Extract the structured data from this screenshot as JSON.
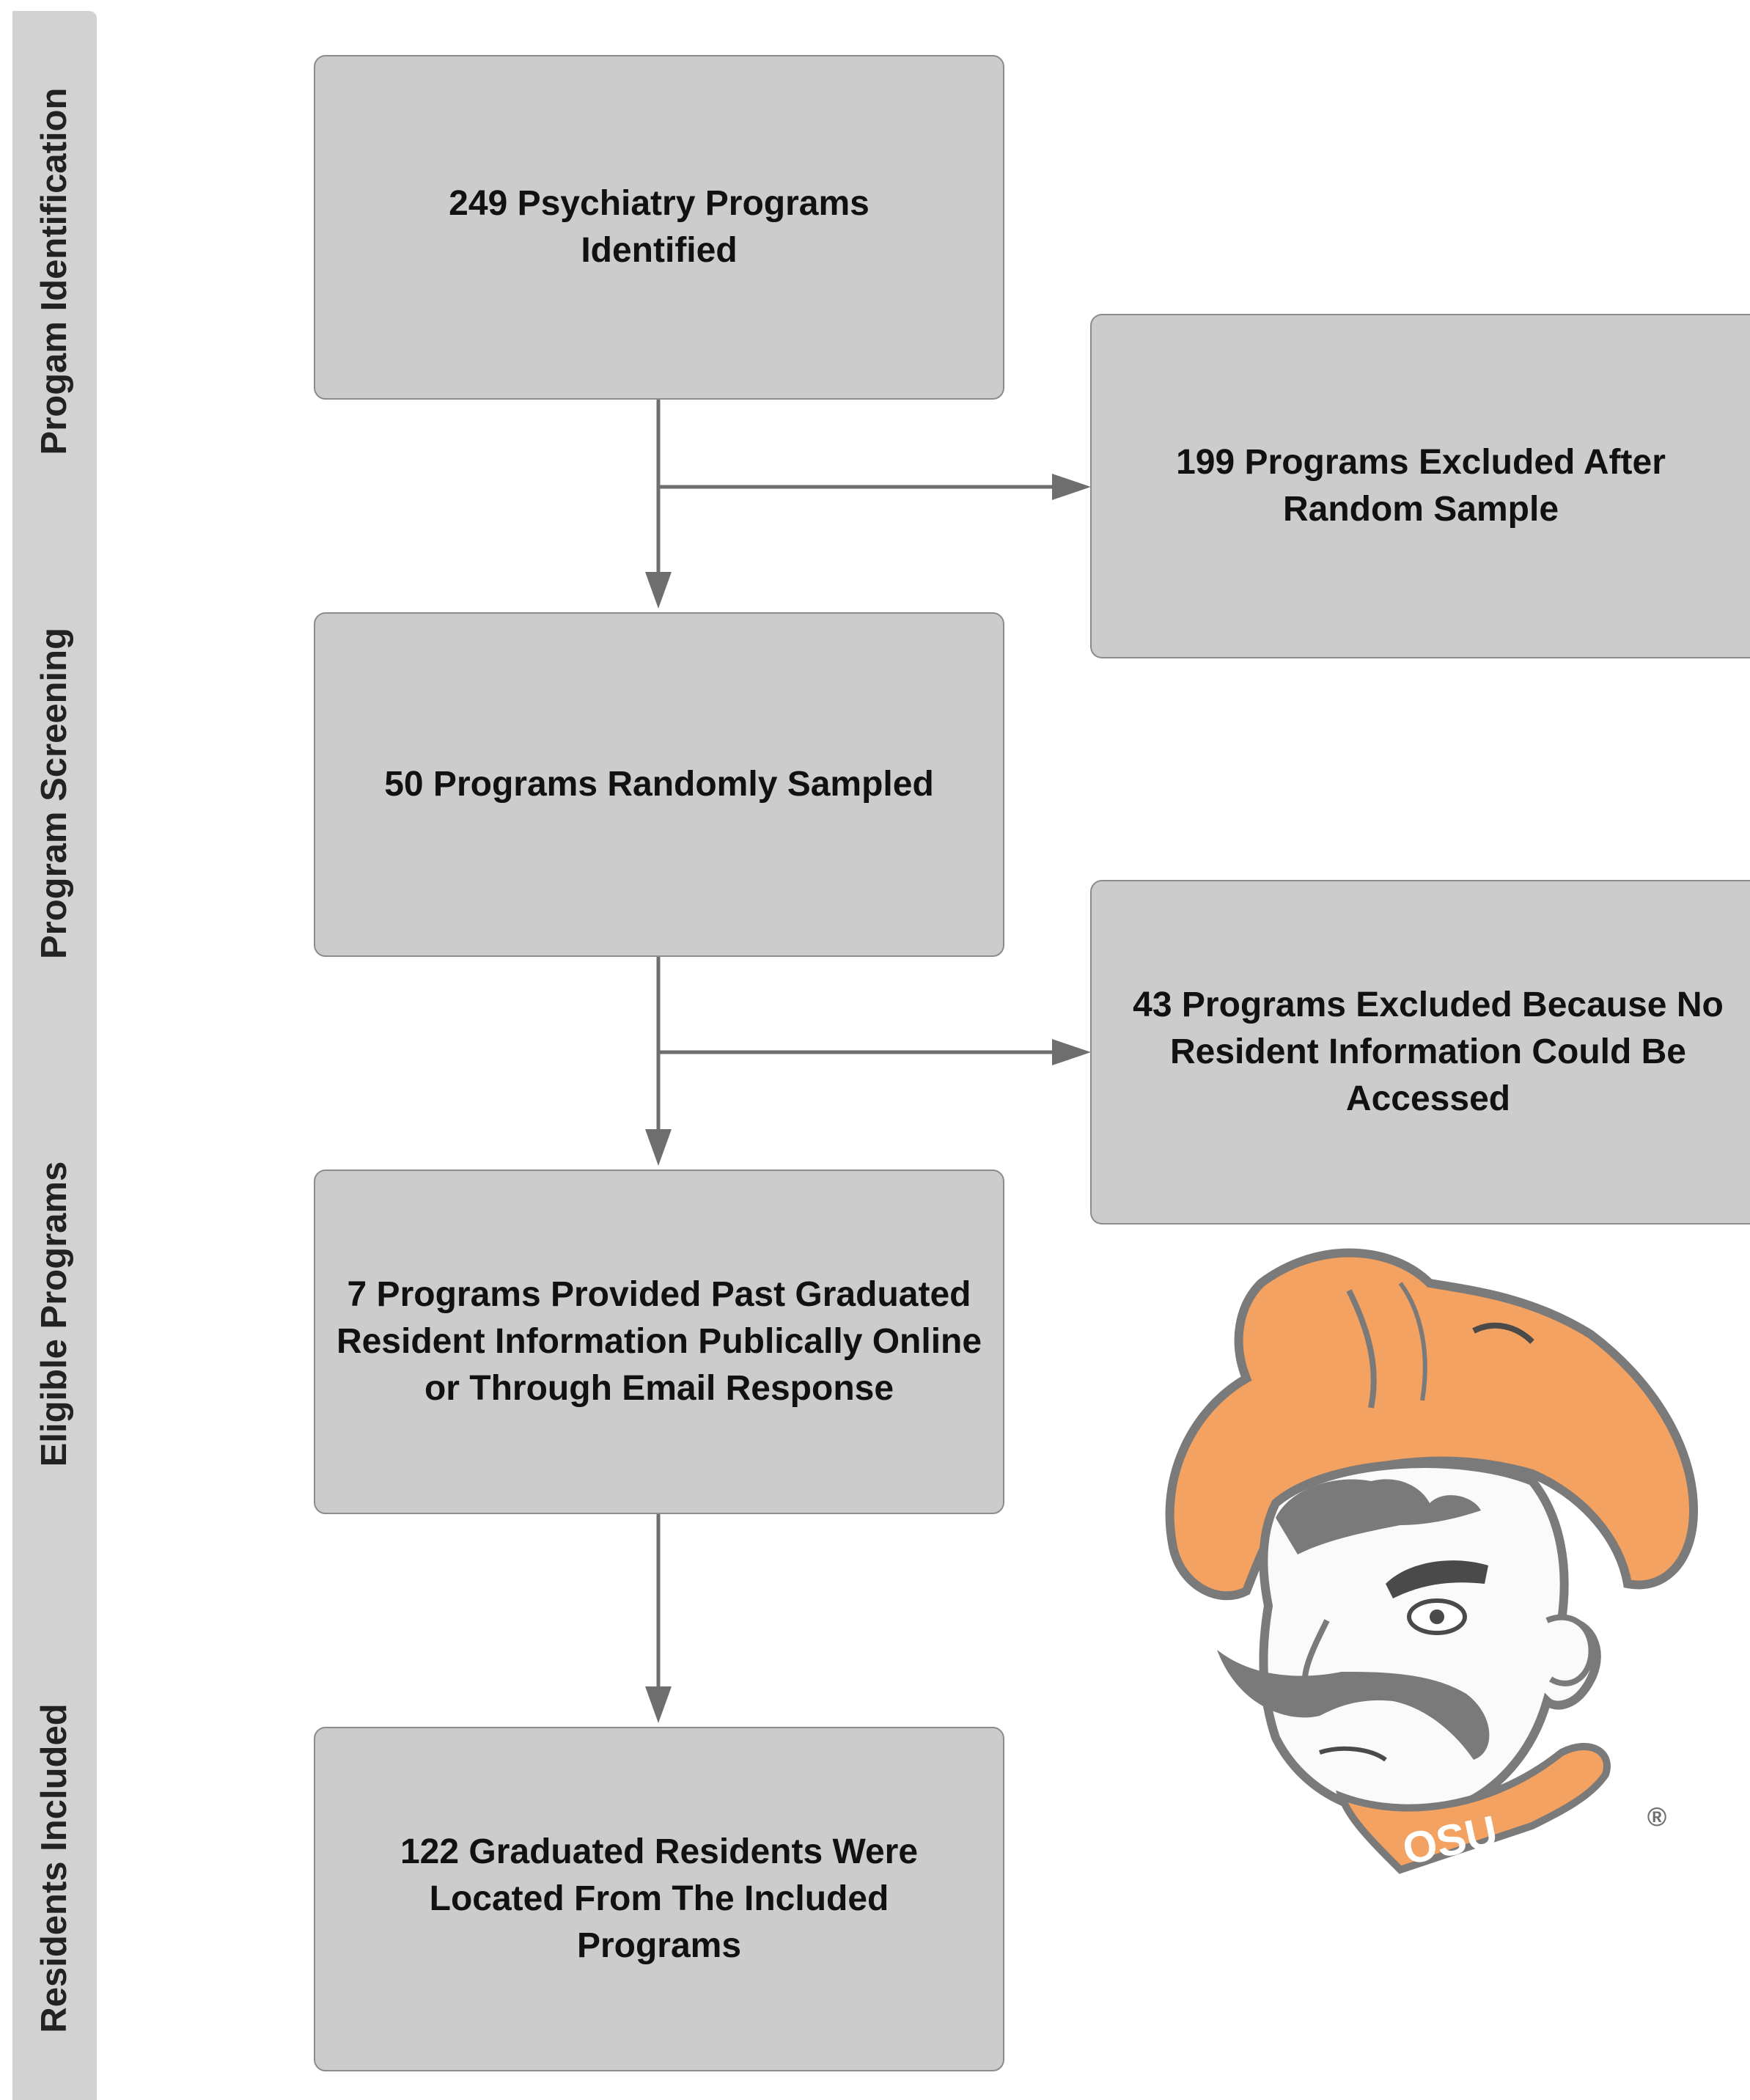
{
  "stages": [
    "Progam Identification",
    "Program Screening",
    "Eligible Programs",
    "Residents Included"
  ],
  "boxes": {
    "identified": "249 Psychiatry Programs Identified",
    "excluded_random": "199 Programs Excluded After Random Sample",
    "sampled": "50 Programs Randomly Sampled",
    "excluded_no_info": "43 Programs Excluded Because No Resident Information Could Be Accessed",
    "provided": "7 Programs Provided Past Graduated Resident Information Publically Online or Through Email Response",
    "included": "122 Graduated Residents Were Located From The Included Programs"
  },
  "logo": {
    "text": "OSU",
    "mark": "®",
    "colors": {
      "orange": "#f4a261",
      "gray": "#7a7a7a",
      "dark": "#4a4a4a",
      "white": "#fafafa"
    }
  }
}
